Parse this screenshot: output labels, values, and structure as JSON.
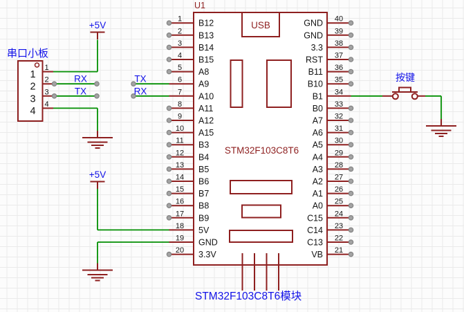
{
  "colors": {
    "outline": "#8E1F1F",
    "wire": "#008E00",
    "net_blue": "#1212E8",
    "text_black": "#141414",
    "pad_fill": "#A3A3A3",
    "pad_stroke": "#828282",
    "grid": "#EAEAEA",
    "background": "#FCFCFC"
  },
  "chip": {
    "ref": "U1",
    "part_name": "STM32F103C8T6",
    "module_label": "STM32F103C8T6模块",
    "usb_label": "USB",
    "left_pins": [
      {
        "num": "1",
        "name": "B12"
      },
      {
        "num": "2",
        "name": "B13"
      },
      {
        "num": "3",
        "name": "B14"
      },
      {
        "num": "4",
        "name": "B15"
      },
      {
        "num": "5",
        "name": "A8"
      },
      {
        "num": "6",
        "name": "A9"
      },
      {
        "num": "7",
        "name": "A10"
      },
      {
        "num": "8",
        "name": "A11"
      },
      {
        "num": "9",
        "name": "A12"
      },
      {
        "num": "10",
        "name": "A15"
      },
      {
        "num": "11",
        "name": "B3"
      },
      {
        "num": "12",
        "name": "B4"
      },
      {
        "num": "13",
        "name": "B5"
      },
      {
        "num": "14",
        "name": "B6"
      },
      {
        "num": "15",
        "name": "B7"
      },
      {
        "num": "16",
        "name": "B8"
      },
      {
        "num": "17",
        "name": "B9"
      },
      {
        "num": "18",
        "name": "5V"
      },
      {
        "num": "19",
        "name": "GND"
      },
      {
        "num": "20",
        "name": "3.3V"
      }
    ],
    "right_pins": [
      {
        "num": "40",
        "name": "GND"
      },
      {
        "num": "39",
        "name": "GND"
      },
      {
        "num": "38",
        "name": "3.3"
      },
      {
        "num": "37",
        "name": "RST"
      },
      {
        "num": "36",
        "name": "B11"
      },
      {
        "num": "35",
        "name": "B10"
      },
      {
        "num": "34",
        "name": "B1"
      },
      {
        "num": "33",
        "name": "B0"
      },
      {
        "num": "32",
        "name": "A7"
      },
      {
        "num": "31",
        "name": "A6"
      },
      {
        "num": "30",
        "name": "A5"
      },
      {
        "num": "29",
        "name": "A4"
      },
      {
        "num": "28",
        "name": "A3"
      },
      {
        "num": "27",
        "name": "A2"
      },
      {
        "num": "26",
        "name": "A1"
      },
      {
        "num": "25",
        "name": "A0"
      },
      {
        "num": "24",
        "name": "C15"
      },
      {
        "num": "23",
        "name": "C14"
      },
      {
        "num": "22",
        "name": "C13"
      },
      {
        "num": "21",
        "name": "VB"
      }
    ]
  },
  "serial_board": {
    "title": "串口小板",
    "inner_pin_numbers": [
      "1",
      "2",
      "3",
      "4"
    ],
    "outer_pin_numbers": [
      "1",
      "2",
      "3",
      "4"
    ],
    "rx_label": "RX",
    "tx_label": "TX"
  },
  "mcu_side_labels": {
    "tx_label": "TX",
    "rx_label": "RX"
  },
  "power": {
    "vcc_top": "+5V",
    "vcc_bottom": "+5V"
  },
  "push_button": {
    "label": "按键"
  }
}
